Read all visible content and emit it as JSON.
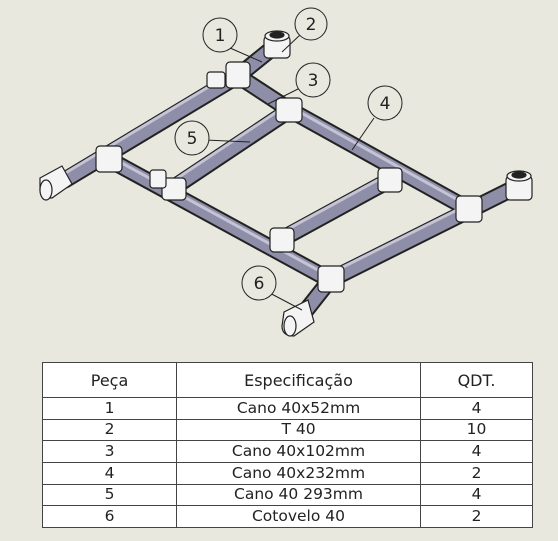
{
  "callouts": [
    "1",
    "2",
    "3",
    "4",
    "5",
    "6"
  ],
  "table": {
    "headers": [
      "Peça",
      "Especificação",
      "QDT."
    ],
    "rows": [
      [
        "1",
        "Cano 40x52mm",
        "4"
      ],
      [
        "2",
        "T 40",
        "10"
      ],
      [
        "3",
        "Cano 40x102mm",
        "4"
      ],
      [
        "4",
        "Cano 40x232mm",
        "2"
      ],
      [
        "5",
        "Cano 40 293mm",
        "4"
      ],
      [
        "6",
        "Cotovelo 40",
        "2"
      ]
    ]
  },
  "colors": {
    "background": "#e8e8de",
    "pipe": "#8c8ca6",
    "fitting": "#f2f2f2"
  }
}
